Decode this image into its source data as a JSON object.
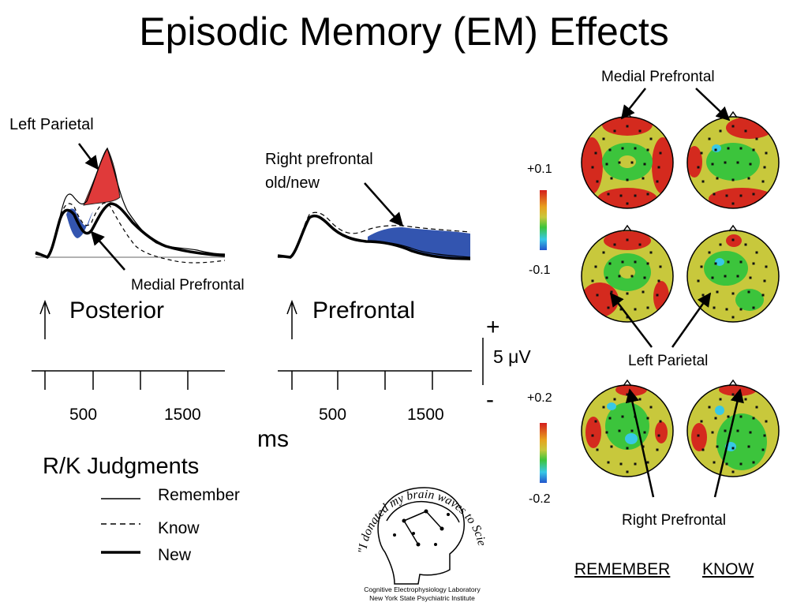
{
  "title": "Episodic Memory (EM) Effects",
  "annotations": {
    "left_parietal_top": "Left Parietal",
    "medial_prefrontal_left": "Medial Prefrontal",
    "right_prefrontal_line1": "Right prefrontal",
    "right_prefrontal_line2": "old/new",
    "medial_prefrontal_top": "Medial Prefrontal",
    "left_parietal_right": "Left Parietal",
    "right_prefrontal_bottom": "Right Prefrontal"
  },
  "panels": {
    "posterior": {
      "label": "Posterior",
      "ticks": [
        "500",
        "1500"
      ]
    },
    "prefrontal": {
      "label": "Prefrontal",
      "ticks": [
        "500",
        "1500"
      ]
    }
  },
  "axis_unit": "ms",
  "voltage_scale": {
    "plus": "+",
    "value": "5 μV",
    "minus": "-"
  },
  "legend": {
    "title": "R/K Judgments",
    "items": [
      {
        "label": "Remember",
        "style": "thin-solid"
      },
      {
        "label": "Know",
        "style": "dashed"
      },
      {
        "label": "New",
        "style": "thick-solid"
      }
    ]
  },
  "color_scales": [
    {
      "max": "+0.1",
      "min": "-0.1"
    },
    {
      "max": "+0.2",
      "min": "-0.2"
    }
  ],
  "columns": {
    "remember": "REMEMBER",
    "know": "KNOW"
  },
  "logo": {
    "slogan": "\"I donated my brain waves to Science\"",
    "line1": "Cognitive Electrophysiology Laboratory",
    "line2": "New York State Psychiatric Institute"
  },
  "colors": {
    "old_new_red": "#e03a3a",
    "old_new_blue": "#3355b0",
    "map_red": "#d42a1e",
    "map_yellow": "#c8c83c",
    "map_green": "#3cc43c",
    "map_cyan": "#38c8e6"
  }
}
